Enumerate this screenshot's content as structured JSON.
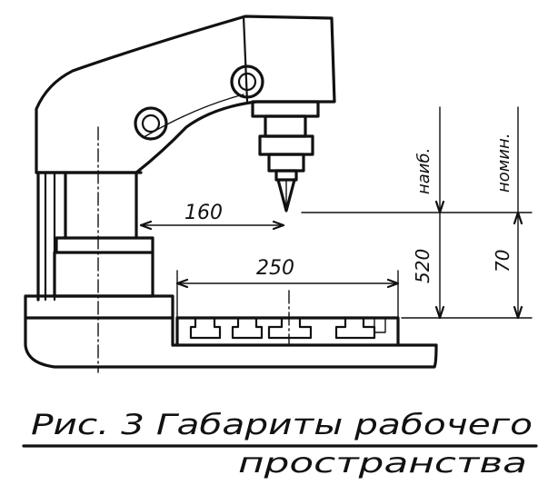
{
  "dimensions": {
    "reach": "160",
    "table_width": "250",
    "max_height": "520",
    "nominal_height": "70"
  },
  "labels": {
    "max": "наиб.",
    "nominal": "номин."
  },
  "caption": {
    "line1": "Рис. 3 Габариты рабочего",
    "line2": "пространства"
  }
}
